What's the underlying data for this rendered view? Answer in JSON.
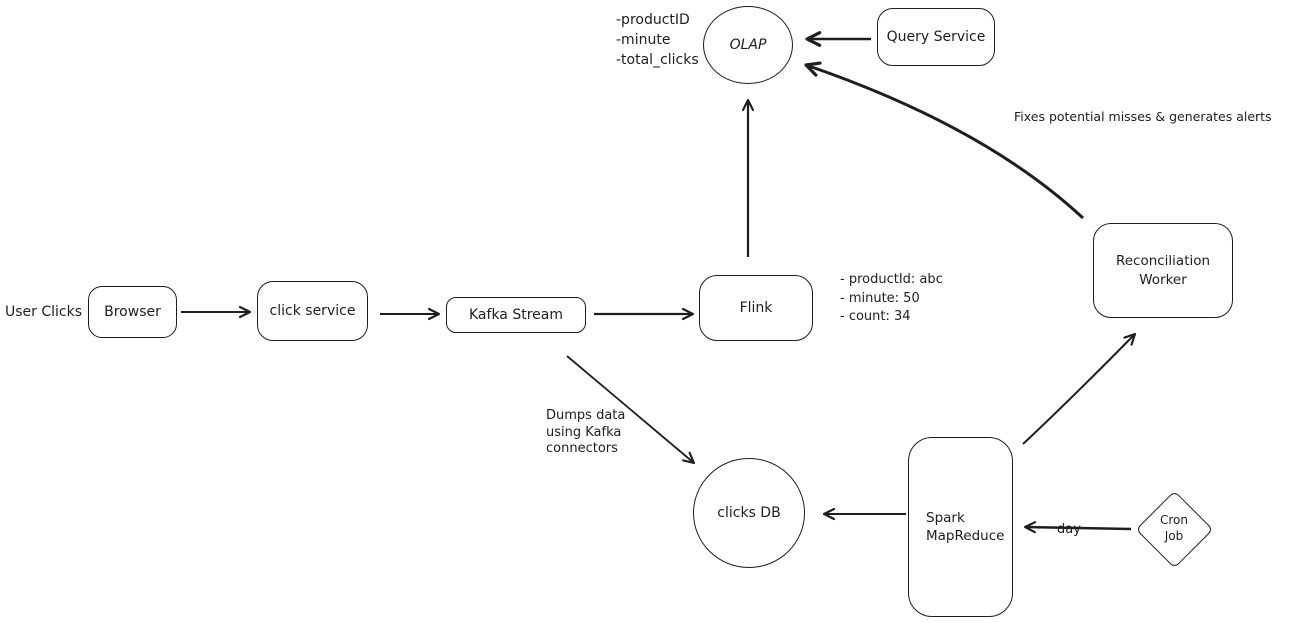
{
  "diagram": {
    "colors": {
      "stroke": "#1e1e1e",
      "background": "#ffffff"
    },
    "labels": {
      "user_clicks": "User Clicks",
      "browser": "Browser",
      "click_service": "click service",
      "kafka_stream": "Kafka Stream",
      "flink": "Flink",
      "olap": "OLAP",
      "query_service": "Query Service",
      "reconciliation_line1": "Reconciliation",
      "reconciliation_line2": "Worker",
      "clicks_db": "clicks DB",
      "spark_line1": "Spark",
      "spark_line2": "MapReduce",
      "cron_line1": "Cron",
      "cron_line2": "Job"
    },
    "annotations": {
      "olap_fields": [
        "-productID",
        "-minute",
        "-total_clicks"
      ],
      "flink_record": [
        "- productId: abc",
        "- minute: 50",
        "- count: 34"
      ],
      "dump_note": [
        "Dumps data",
        "using Kafka",
        "connectors"
      ],
      "reconciliation_note": "Fixes potential misses & generates alerts",
      "day": "day"
    }
  }
}
